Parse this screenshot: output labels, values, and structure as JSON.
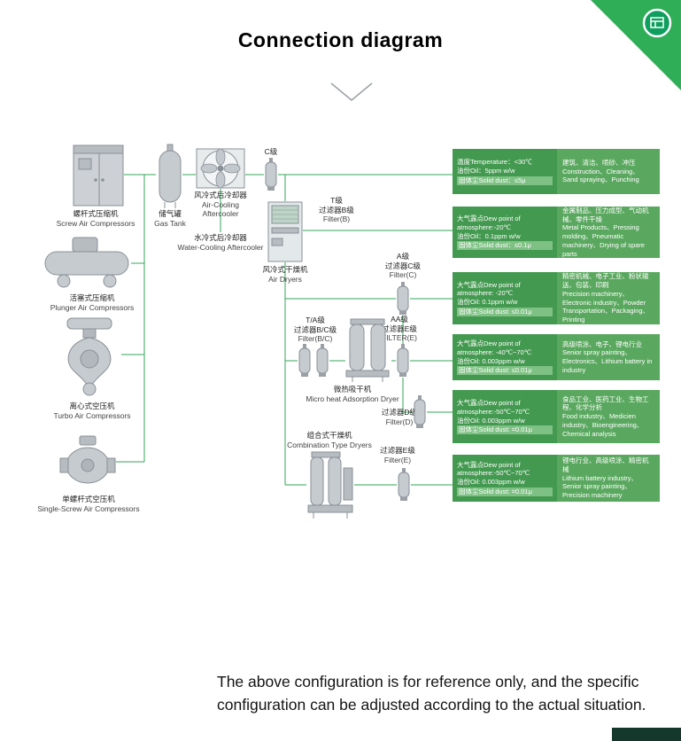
{
  "header": {
    "title": "Connection diagram"
  },
  "colors": {
    "accent_green": "#2fae57",
    "box_green_dark": "#43994f",
    "box_green_light": "#5aa85f",
    "line_green": "#33a457"
  },
  "compressors": [
    {
      "zh": "螺杆式压缩机",
      "en": "Screw Air Compressors"
    },
    {
      "zh": "活塞式压缩机",
      "en": "Plunger Air Compressors"
    },
    {
      "zh": "离心式空压机",
      "en": "Turbo Air Compressors"
    },
    {
      "zh": "单螺杆式空压机",
      "en": "Single-Screw Air Compressors"
    }
  ],
  "equipment": {
    "gas_tank": {
      "zh": "储气罐",
      "en": "Gas Tank"
    },
    "air_cooling_aftercooler": {
      "zh": "风冷式后冷却器",
      "en_line1": "Air-Cooling",
      "en_line2": "Aftercooler"
    },
    "water_cooling_aftercooler": {
      "zh": "水冷式后冷却器",
      "en": "Water-Cooling Aftercooler"
    },
    "inlet_grade": "C级",
    "filter_b": {
      "grade": "T级",
      "zh": "过滤器B级",
      "en": "Filter(B)"
    },
    "air_dryer": {
      "zh": "风冷式干燥机",
      "en": "Air Dryers"
    },
    "filter_c": {
      "grade": "A级",
      "zh": "过滤器C级",
      "en": "Filter(C)"
    },
    "filter_bc": {
      "grade": "T/A级",
      "zh": "过滤器B/C级",
      "en": "Filter(B/C)"
    },
    "filter_e_aa": {
      "grade": "AA级",
      "zh": "过滤器E级",
      "en": "FILTER(E)"
    },
    "adsorption_dryer": {
      "zh": "微热吸干机",
      "en": "Micro heat Adsorption Dryer"
    },
    "filter_d": {
      "zh": "过滤器D级",
      "en": "Filter(D)"
    },
    "combination_dryer": {
      "zh": "组合式干燥机",
      "en": "Combination Type Dryers"
    },
    "filter_e": {
      "zh": "过滤器E级",
      "en": "Filter(E)"
    }
  },
  "spec_rows": [
    {
      "lines": [
        "温度Temperature：<30℃",
        "油份Oil：5ppm w/w"
      ],
      "highlight": "固体尘Solid dust：≤5μ",
      "apps_zh": "建筑、清洁、喷砂、冲压",
      "apps_en": "Construction、Cleaning、Sand spraying、Punching"
    },
    {
      "lines": [
        "大气露点Dew point of",
        "atmosphere:-20℃",
        "油份Oil：0.1ppm w/w"
      ],
      "highlight": "固体尘Solid dust：≤0.1μ",
      "apps_zh": "金属制品、压力成型、气动机械、零件干燥",
      "apps_en": "Metal Products、Pressing molding、Pneumatic machinery、Drying of spare parts"
    },
    {
      "lines": [
        "大气露点Dew point of",
        "atmosphere: -20℃",
        "油份Oil: 0.1ppm w/w"
      ],
      "highlight": "固体尘Solid dust: ≤0.01μ",
      "apps_zh": "精密机械、电子工业、粉状输送、包装、印刷",
      "apps_en": "Precision machinery、Electronic industry、Powder Transportation、Packaging、Printing"
    },
    {
      "lines": [
        "大气露点Dew point of",
        "atmosphere: -40℃~70℃",
        "油份Oil: 0.003ppm w/w"
      ],
      "highlight": "固体尘Solid dust: ≤0.01μ",
      "apps_zh": "高级喷涂、电子、锂电行业",
      "apps_en": "Senior spray painting、Electronics、Lithium battery in industry"
    },
    {
      "lines": [
        "大气露点Dew point of",
        "atmosphere:-50℃~70℃",
        "油份Oil: 0.003ppm w/w"
      ],
      "highlight": "固体尘Solid dust: =0.01μ",
      "apps_zh": "食品工业、医药工业、生物工程、化学分析",
      "apps_en": "Food industry、Medicien industry、Bioengineering、Chemical analysis"
    },
    {
      "lines": [
        "大气露点Dew point of",
        "atmosphere:-50℃~70℃",
        "油份Oil: 0.003ppm w/w"
      ],
      "highlight": "固体尘Solid dust: =0.01μ",
      "apps_zh": "锂电行业、高级喷涂、精密机械",
      "apps_en": "Lithium battery industry、Senior spray painting、Precision machinery"
    }
  ],
  "footer": {
    "disclaimer": "The above configuration is for reference only, and the specific configuration can be adjusted according to the actual situation."
  }
}
